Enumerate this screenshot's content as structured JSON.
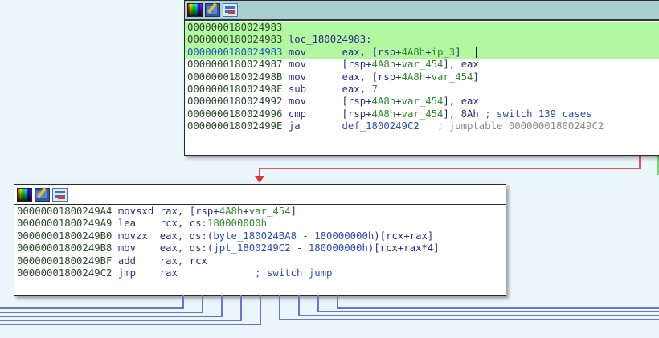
{
  "top_block": {
    "header_icons": [
      "palette-icon",
      "edit-icon",
      "graph-icon"
    ],
    "lines": [
      {
        "addr": "0000000180024983",
        "mnemonic": "",
        "operands": "",
        "label": "",
        "highlighted": true,
        "selected": false
      },
      {
        "addr": "0000000180024983",
        "mnemonic": "",
        "operands": "",
        "label": "loc_180024983:",
        "highlighted": true,
        "selected": false
      },
      {
        "addr": "0000000180024983",
        "mnemonic": "mov",
        "operands_parts": [
          "eax, [rsp+",
          "4A8h",
          "+",
          "ip_3",
          "]"
        ],
        "highlighted": true,
        "selected": true
      },
      {
        "addr": "0000000180024987",
        "mnemonic": "mov",
        "operands_parts": [
          "[rsp+",
          "4A8h",
          "+",
          "var_454",
          "], eax"
        ]
      },
      {
        "addr": "000000018002498B",
        "mnemonic": "mov",
        "operands_parts": [
          "eax, [rsp+",
          "4A8h",
          "+",
          "var_454",
          "]"
        ]
      },
      {
        "addr": "000000018002498F",
        "mnemonic": "sub",
        "operands_parts": [
          "eax, ",
          "7"
        ]
      },
      {
        "addr": "0000000180024992",
        "mnemonic": "mov",
        "operands_parts": [
          "[rsp+",
          "4A8h",
          "+",
          "var_454",
          "], eax"
        ]
      },
      {
        "addr": "0000000180024996",
        "mnemonic": "cmp",
        "operands_parts": [
          "[rsp+",
          "4A8h",
          "+",
          "var_454",
          "], ",
          "8Ah"
        ],
        "comment": " ; switch 139 cases"
      },
      {
        "addr": "000000018002499E",
        "mnemonic": "ja",
        "operands_parts": [
          "def_1800249C2"
        ],
        "comment": "   ; jumptable 00000001800249C2"
      }
    ]
  },
  "bottom_block": {
    "header_icons": [
      "palette-icon",
      "edit-icon",
      "graph-icon"
    ],
    "lines": [
      {
        "addr": "00000001800249A4",
        "mnemonic": "movsxd",
        "operands_parts": [
          "rax, [rsp+",
          "4A8h",
          "+",
          "var_454",
          "]"
        ]
      },
      {
        "addr": "00000001800249A9",
        "mnemonic": "lea",
        "operands_parts": [
          "rcx, cs:",
          "180000000h"
        ]
      },
      {
        "addr": "00000001800249B0",
        "mnemonic": "movzx",
        "operands_parts": [
          "eax, ds:(",
          "byte_180024BA8",
          " - ",
          "180000000h",
          ")[rcx+rax]"
        ]
      },
      {
        "addr": "00000001800249B8",
        "mnemonic": "mov",
        "operands_parts": [
          "eax, ds:(",
          "jpt_1800249C2",
          " - ",
          "180000000h",
          ")[rcx+rax*4]"
        ]
      },
      {
        "addr": "00000001800249BF",
        "mnemonic": "add",
        "operands_parts": [
          "rax, rcx"
        ]
      },
      {
        "addr": "00000001800249C2",
        "mnemonic": "jmp",
        "operands_parts": [
          "rax"
        ],
        "comment": "             ; switch jump"
      }
    ]
  },
  "colors": {
    "background": "#eaf6fb",
    "highlight": "#b3f7a0",
    "header_gray": "#a9cfd0",
    "edge_blue": "#6b74d4",
    "edge_red": "#e05555",
    "edge_green": "#7ecf7e"
  }
}
